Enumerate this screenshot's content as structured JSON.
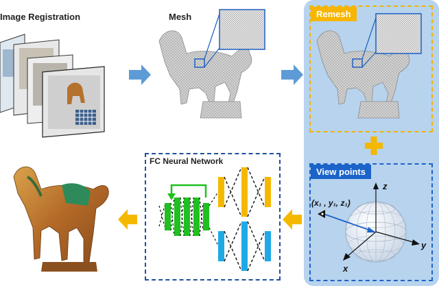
{
  "labels": {
    "image_registration": "Image Registration",
    "mesh": "Mesh",
    "remesh": "Remesh",
    "view_points": "View points",
    "fc_neural_network": "FC Neural Network"
  },
  "axes": {
    "x": "x",
    "y": "y",
    "z": "z"
  },
  "coordinate_label": "(x₁ , y₁, z₁)",
  "colors": {
    "panel_bg": "#b7d3ee",
    "remesh_dash": "#f0b400",
    "remesh_label_bg": "#f7b500",
    "view_dash": "#1e63c8",
    "view_label_bg": "#1b63c9",
    "arrow_blue": "#5e9bd6",
    "arrow_yellow": "#f5b800",
    "nn_green": "#1fc01f",
    "nn_yellow": "#f5b800",
    "nn_cyan": "#1fa9e6"
  }
}
